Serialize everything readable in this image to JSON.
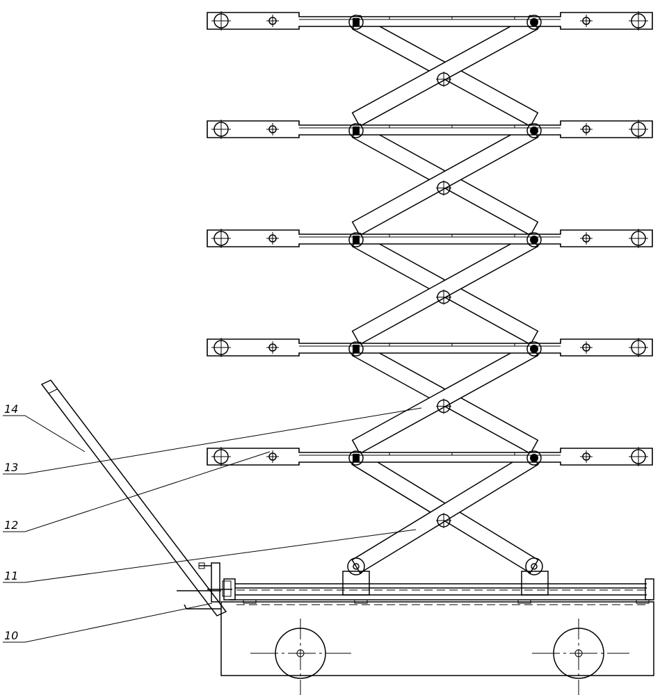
{
  "callouts": [
    {
      "id": "label-14",
      "text": "14"
    },
    {
      "id": "label-13",
      "text": "13"
    },
    {
      "id": "label-12",
      "text": "12"
    },
    {
      "id": "label-11",
      "text": "11"
    },
    {
      "id": "label-10",
      "text": "10"
    }
  ],
  "levels": 5
}
